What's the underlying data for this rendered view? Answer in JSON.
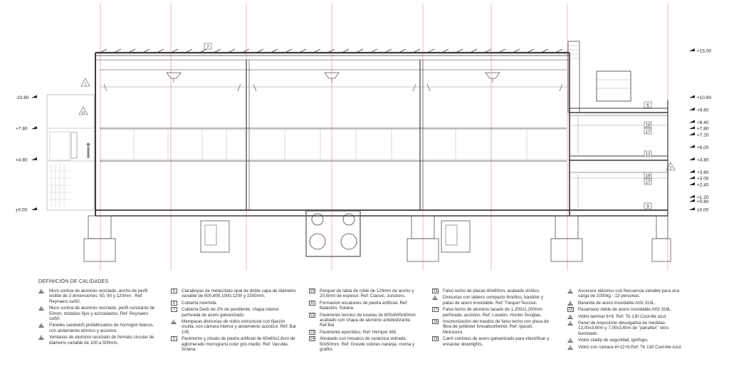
{
  "levels_right": [
    {
      "label": "+15.00",
      "y": 15.0
    },
    {
      "label": "+10.80",
      "y": 10.8
    },
    {
      "label": "+9.60",
      "y": 9.6
    },
    {
      "label": "+8.40",
      "y": 8.4
    },
    {
      "label": "+7.80",
      "y": 7.8
    },
    {
      "label": "+7.20",
      "y": 7.2
    },
    {
      "label": "+6.00",
      "y": 6.0
    },
    {
      "label": "+4.80",
      "y": 4.8
    },
    {
      "label": "+3.60",
      "y": 3.6
    },
    {
      "label": "+3.00",
      "y": 3.0
    },
    {
      "label": "+2.40",
      "y": 2.4
    },
    {
      "label": "+1.20",
      "y": 1.2
    },
    {
      "label": "+0.80",
      "y": 0.8
    },
    {
      "label": "±0.00",
      "y": 0.0
    }
  ],
  "levels_left": [
    {
      "label": "-10.80",
      "y": 10.8
    },
    {
      "label": "+7.80",
      "y": 7.8
    },
    {
      "label": "+4.80",
      "y": 4.8
    },
    {
      "label": "±0.00",
      "y": 0.0
    }
  ],
  "tags": {
    "roof": "7",
    "left_tri_upper": "1",
    "left_tri_lower": "15",
    "right_tri": "2",
    "t6": "6",
    "t18a": "18",
    "t17a": "17",
    "t12": "12",
    "t18b": "18",
    "t17b": "17",
    "t9": "9"
  },
  "legend": {
    "title": "DEFINICIÓN DE CALIDADES",
    "columns": [
      [
        {
          "num": "1",
          "shape": "tri",
          "text": "Muro cortina de aluminio reciclado, ancho de perfil visible de 3 dimensiones: 50, 90 y 120mm . Ref: Reynaers cw50."
        },
        {
          "num": "2",
          "shape": "tri",
          "text": "Muro cortina de aluminio reciclado, perfil constante de 50mm, módulos fijos y acristalados, Ref: Reynaers cw50."
        },
        {
          "num": "3",
          "shape": "tri",
          "text": "Paneles sandwich prefabricados de hormigón blanco, con aislamiento térmico y acústico."
        },
        {
          "num": "4",
          "shape": "tri",
          "text": "Ventanas de aluminio reciclado de formato circular de diámetro variable de 100 a 500mm."
        }
      ],
      [
        {
          "num": "5",
          "shape": "box",
          "text": "Claraboyas de metacrilato opal de doble capa de diámetro variable de 600,800,1000,1200 y 1500mm."
        },
        {
          "num": "6",
          "shape": "box",
          "text": "Cubierta invertida."
        },
        {
          "num": "7",
          "shape": "box",
          "text": "Cubierta Deck de 2% de pendiente, chapa interior perforada de acero galvanizado."
        },
        {
          "num": "8",
          "shape": "tri",
          "text": "Mamparas divisorias de vidrio estructural con fijación oculta, con cámara interior y aislamiento acústico. Ref: Bal 105."
        },
        {
          "num": "9",
          "shape": "box",
          "text": "Pavimento y zócalo de piedra artificial de 60x60x2,8cm de aglomerado micrograno,color gris medio. Ref: Vacutile, Solana."
        }
      ],
      [
        {
          "num": "10",
          "shape": "box",
          "text": "Parquet de tabla de roble de 129mm de ancho y 20,5mm de espesor. Ref: Classic, Junckers."
        },
        {
          "num": "11",
          "shape": "box",
          "text": "Formación escalones de piedra artificial. Ref: Balastón, Solana."
        },
        {
          "num": "12",
          "shape": "box",
          "text": "Pavimento técnico de losetas de 600x600x40mm acabado con chapa de aluminio antideslizante. Ref:Bal"
        },
        {
          "num": "13",
          "shape": "box",
          "text": "Pavimento epoxídico. Ref: Hempel 365."
        },
        {
          "num": "14",
          "shape": "box",
          "text": "Alicatado con mosaico de cerámica vidriada 50x50mm. Ref: Gresite colores naranja, crema y grafito."
        }
      ],
      [
        {
          "num": "15",
          "shape": "box",
          "text": "Falso techo de placas 60x60cm, acabado vinílico."
        },
        {
          "num": "16",
          "shape": "tri",
          "text": "Divisorias con tablero compacto fenólico, bastidor y patas de acero inoxidable. Ref: Trespa+Tecosur."
        },
        {
          "num": "17",
          "shape": "box",
          "text": "Falso techo de aluminio lacado de 1.200x1.200mm perforado, acústico. Ref: Luxalón, Hunter Douglas."
        },
        {
          "num": "18",
          "shape": "box",
          "text": "Insonorización del trasdós de falso techo con placa de fibra de poliéster fonoabsorbente. Ref: Ipacell, Metrasoni."
        },
        {
          "num": "19",
          "shape": "box",
          "text": "Carril continuo de acero galvanizado para electrificar y encastar downlights."
        }
      ],
      [
        {
          "num": "20",
          "shape": "tri",
          "text": "Ascensor eléctrico con frecuencia variable para una carga de 1000kg - 13 personas."
        },
        {
          "num": "21",
          "shape": "tri",
          "text": "Baranda de acero inoxidable AISI 316L."
        },
        {
          "num": "22",
          "shape": "box",
          "text": "Pasamano doble de acero inoxidable AISI 316L."
        },
        {
          "num": "23",
          "shape": "tri",
          "text": "Vidrio laminar 6+6. Ref: Tb 130 Cool-lite azul."
        },
        {
          "num": "24",
          "shape": "tri",
          "text": "Panel de exposición devulgativa de medidas 13,00x3,60m y 7,00x3,60m de \"panaflex\" retro iluminado."
        },
        {
          "num": "25",
          "shape": "tri",
          "text": "Vidrio stadip de seguridad, ignífugo."
        },
        {
          "num": "26",
          "shape": "tri",
          "text": "Vidrio con cámara 6+12+8.Ref: Tb 130 Cool-lite Azul."
        }
      ]
    ]
  }
}
